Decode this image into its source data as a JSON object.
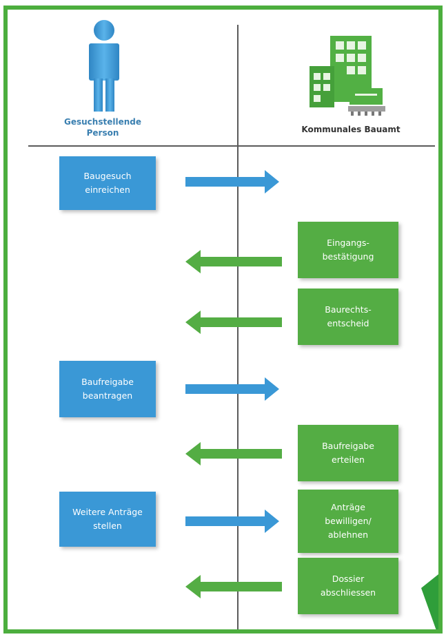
{
  "colors": {
    "frame": "#4cae3e",
    "person_blue": "#3a98d6",
    "office_green": "#54ad44",
    "divider": "#5a5a5a"
  },
  "actors": {
    "left": {
      "label": "Gesuchstellende\nPerson",
      "icon": "person-icon"
    },
    "right": {
      "label": "Kommunales Bauamt",
      "icon": "building-icon"
    }
  },
  "steps": [
    {
      "side": "left",
      "label": "Baugesuch\neinreichen",
      "arrow": "right"
    },
    {
      "side": "right",
      "label": "Eingangs-\nbestätigung",
      "arrow": "left"
    },
    {
      "side": "right",
      "label": "Baurechts-\nentscheid",
      "arrow": "left"
    },
    {
      "side": "left",
      "label": "Baufreigabe\nbeantragen",
      "arrow": "right"
    },
    {
      "side": "right",
      "label": "Baufreigabe\nerteilen",
      "arrow": "left"
    },
    {
      "side": "left",
      "label": "Weitere Anträge\nstellen",
      "arrow": "right"
    },
    {
      "side": "right",
      "label": "Anträge\nbewilligen/\nablehnen"
    },
    {
      "side": "right",
      "label": "Dossier\nabschliessen",
      "arrow": "left"
    }
  ]
}
